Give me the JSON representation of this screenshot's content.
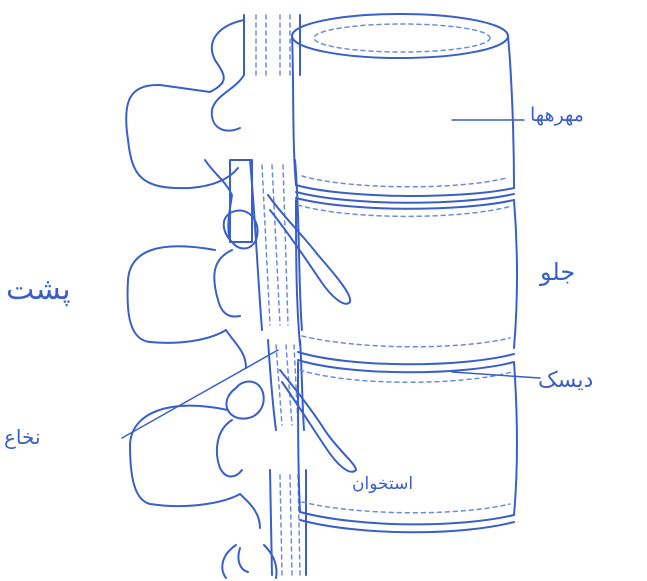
{
  "labels": {
    "vertebrae": "مهرهها",
    "front": "جلو",
    "back": "پشت",
    "disc": "دیسک",
    "spinal_cord": "نخاع",
    "bone": "استخوان"
  },
  "colors": {
    "line": "#3a5fc9",
    "dashed": "#6d8be0",
    "background": "#ffffff"
  }
}
